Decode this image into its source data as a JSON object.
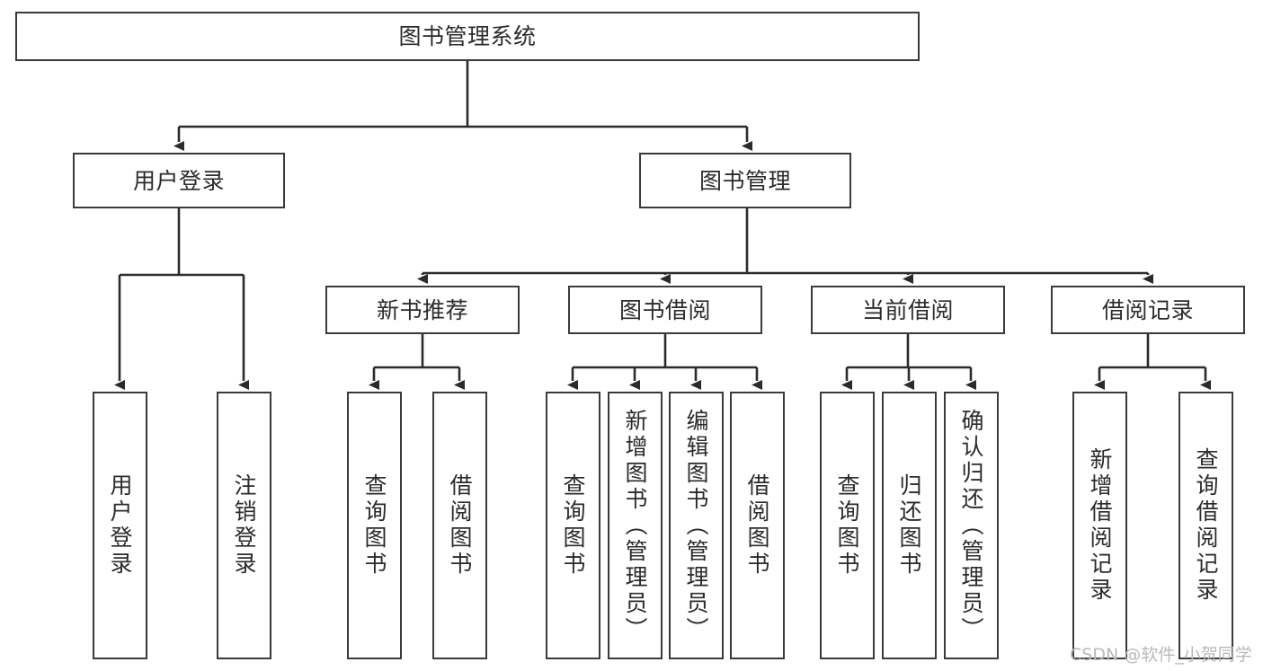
{
  "diagram": {
    "title": "图书管理系统",
    "type": "tree-hierarchy",
    "orientation": "top-down",
    "colors": {
      "node_border": "#3a3a3a",
      "node_fill": "#ffffff",
      "edge": "#2b2b2b",
      "text": "#2b2b2b",
      "watermark": "#b9b9b9",
      "background": "#ffffff"
    }
  },
  "watermark": {
    "text": "CSDN @软件_小贺同学"
  },
  "nodes": {
    "root": {
      "label": "图书管理系统"
    },
    "level2": [
      {
        "label": "用户登录"
      },
      {
        "label": "图书管理"
      }
    ],
    "level3": [
      {
        "label": "新书推荐"
      },
      {
        "label": "图书借阅"
      },
      {
        "label": "当前借阅"
      },
      {
        "label": "借阅记录"
      }
    ],
    "leaves": {
      "user_login": [
        {
          "label": "用户登录"
        },
        {
          "label": "注销登录"
        }
      ],
      "new_book_recommend": [
        {
          "label": "查询图书"
        },
        {
          "label": "借阅图书"
        }
      ],
      "book_borrow": [
        {
          "label": "查询图书"
        },
        {
          "label": "新增图书（管理员）"
        },
        {
          "label": "编辑图书（管理员）"
        },
        {
          "label": "借阅图书"
        }
      ],
      "current_borrow": [
        {
          "label": "查询图书"
        },
        {
          "label": "归还图书"
        },
        {
          "label": "确认归还（管理员）"
        }
      ],
      "borrow_record": [
        {
          "label": "新增借阅记录"
        },
        {
          "label": "查询借阅记录"
        }
      ]
    }
  }
}
